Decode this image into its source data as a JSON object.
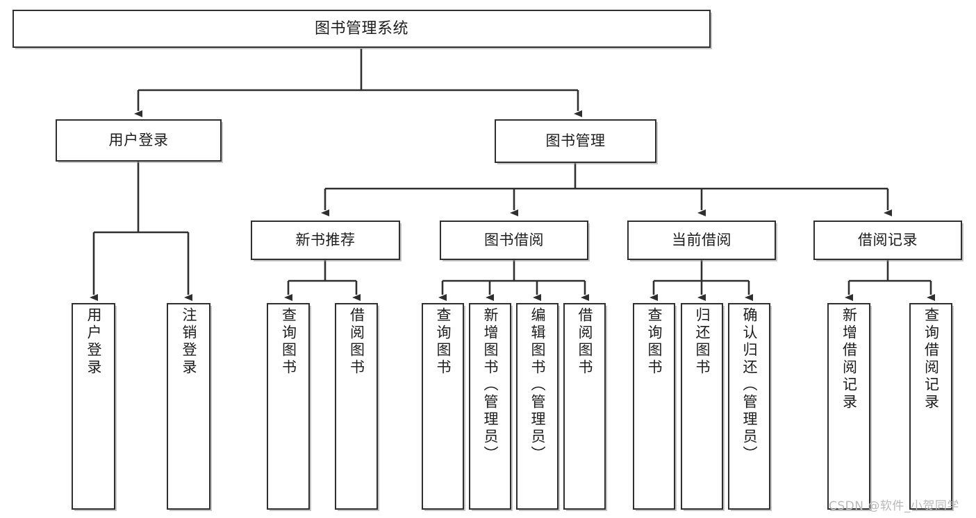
{
  "diagram": {
    "title": "图书管理系统",
    "type": "tree-hierarchy",
    "orientation": "top-down",
    "colors": {
      "box_border": "#2f2f2f",
      "box_fill": "#ffffff",
      "edge": "#2f2f2f",
      "text": "#1d1d1d",
      "watermark": "#b9b9b9"
    }
  },
  "nodes": {
    "root": {
      "label": "图书管理系统",
      "level": 0,
      "orientation": "horizontal"
    },
    "l1": [
      {
        "id": "user-login",
        "label": "用户登录",
        "level": 1,
        "orientation": "horizontal"
      },
      {
        "id": "book-manage",
        "label": "图书管理",
        "level": 1,
        "orientation": "horizontal"
      }
    ],
    "l2": [
      {
        "id": "new-book-recommend",
        "label": "新书推荐",
        "level": 2,
        "orientation": "horizontal"
      },
      {
        "id": "book-borrow",
        "label": "图书借阅",
        "level": 2,
        "orientation": "horizontal"
      },
      {
        "id": "current-borrow",
        "label": "当前借阅",
        "level": 2,
        "orientation": "horizontal"
      },
      {
        "id": "borrow-record",
        "label": "借阅记录",
        "level": 2,
        "orientation": "horizontal"
      }
    ],
    "leaves": [
      {
        "id": "leaf-user-login",
        "label": "用户登录",
        "parent": "user-login",
        "orientation": "vertical"
      },
      {
        "id": "leaf-logout-login",
        "label": "注销登录",
        "parent": "user-login",
        "orientation": "vertical"
      },
      {
        "id": "leaf-query-book-1",
        "label": "查询图书",
        "parent": "new-book-recommend",
        "orientation": "vertical"
      },
      {
        "id": "leaf-borrow-book-1",
        "label": "借阅图书",
        "parent": "new-book-recommend",
        "orientation": "vertical"
      },
      {
        "id": "leaf-query-book-2",
        "label": "查询图书",
        "parent": "book-borrow",
        "orientation": "vertical"
      },
      {
        "id": "leaf-add-book",
        "label": "新增图书（管理员）",
        "parent": "book-borrow",
        "orientation": "vertical"
      },
      {
        "id": "leaf-edit-book",
        "label": "编辑图书（管理员）",
        "parent": "book-borrow",
        "orientation": "vertical"
      },
      {
        "id": "leaf-borrow-book-2",
        "label": "借阅图书",
        "parent": "book-borrow",
        "orientation": "vertical"
      },
      {
        "id": "leaf-query-book-3",
        "label": "查询图书",
        "parent": "current-borrow",
        "orientation": "vertical"
      },
      {
        "id": "leaf-return-book",
        "label": "归还图书",
        "parent": "current-borrow",
        "orientation": "vertical"
      },
      {
        "id": "leaf-confirm-return",
        "label": "确认归还（管理员）",
        "parent": "current-borrow",
        "orientation": "vertical"
      },
      {
        "id": "leaf-add-record",
        "label": "新增借阅记录",
        "parent": "borrow-record",
        "orientation": "vertical"
      },
      {
        "id": "leaf-query-record",
        "label": "查询借阅记录",
        "parent": "borrow-record",
        "orientation": "vertical"
      }
    ]
  },
  "watermark": {
    "text": "CSDN @软件_小贺同学"
  }
}
